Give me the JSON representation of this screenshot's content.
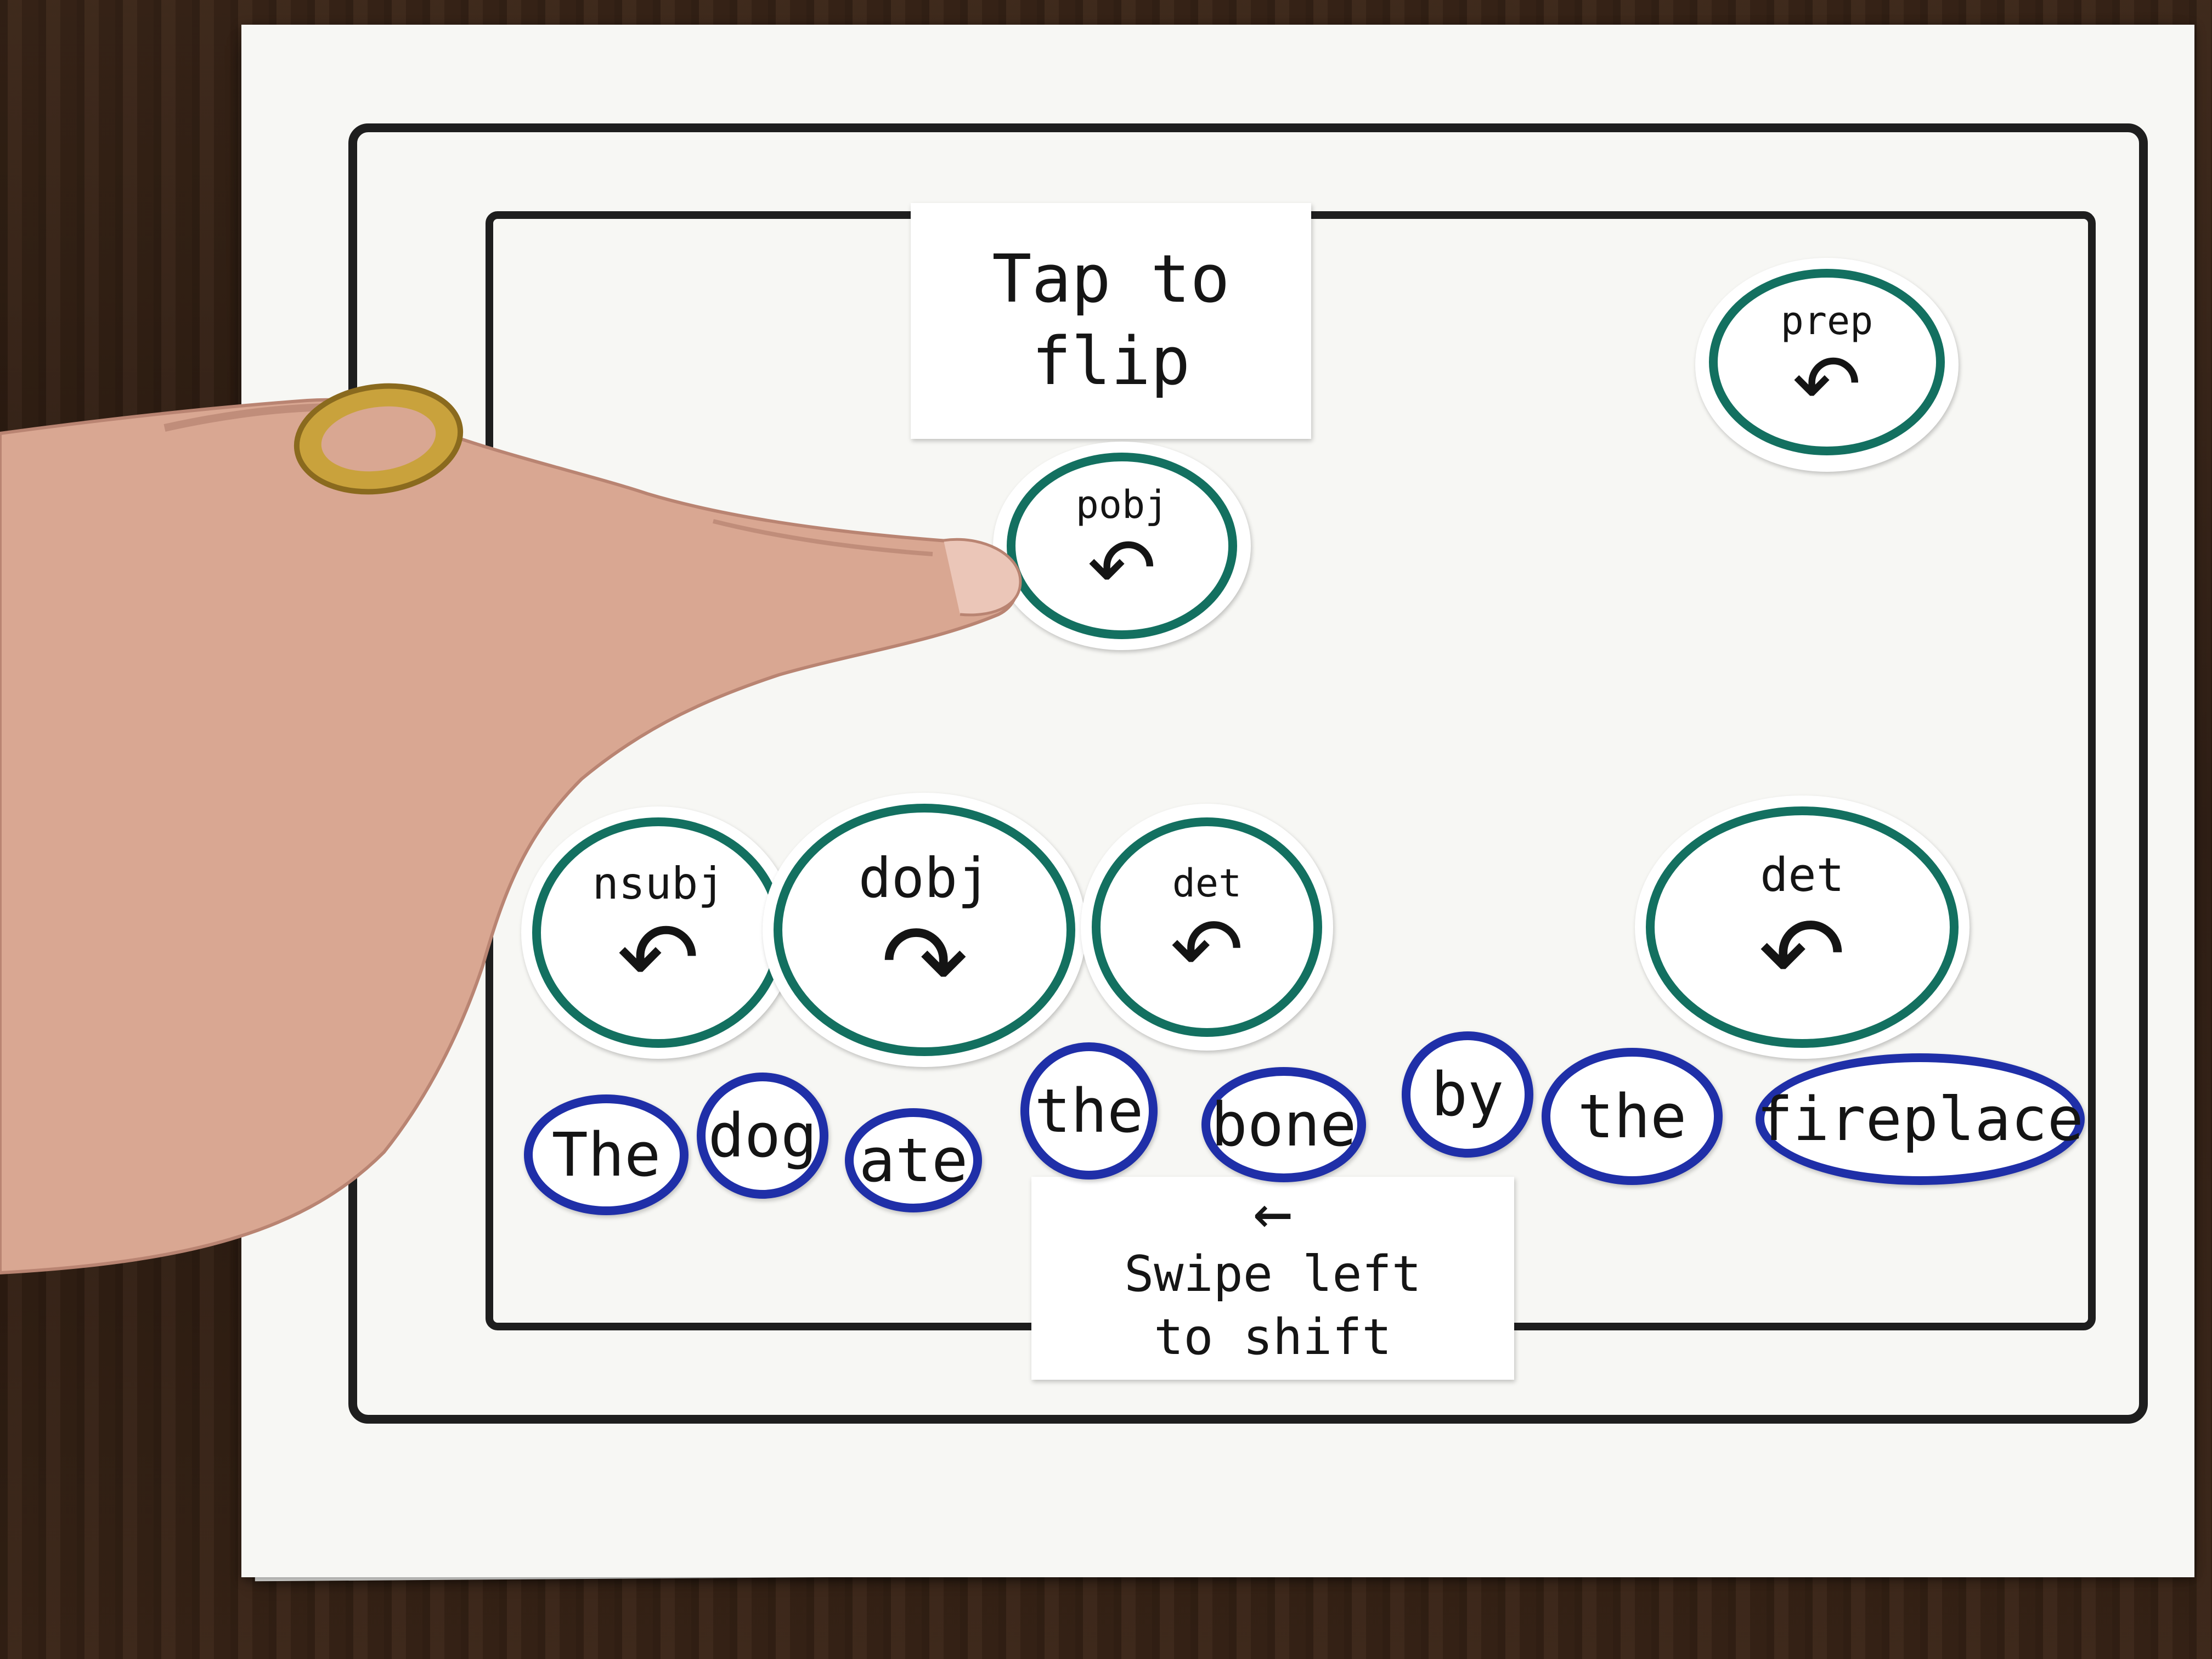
{
  "colors": {
    "dependency_ring": "#137060",
    "word_ring": "#1f2fa8",
    "device_frame": "#1e1e1e"
  },
  "hints": {
    "tap": "Tap to flip",
    "swipe_line1": "Swipe left",
    "swipe_line2": "to shift",
    "swipe_arrow": "←"
  },
  "dependencies": [
    {
      "label": "prep",
      "direction": "left",
      "arrow": "↶"
    },
    {
      "label": "pobj",
      "direction": "left",
      "arrow": "↶"
    },
    {
      "label": "nsubj",
      "direction": "left",
      "arrow": "↶"
    },
    {
      "label": "dobj",
      "direction": "right",
      "arrow": "↷"
    },
    {
      "label": "det",
      "direction": "left",
      "arrow": "↶"
    },
    {
      "label": "det",
      "direction": "left",
      "arrow": "↶"
    }
  ],
  "words": [
    "The",
    "dog",
    "ate",
    "the",
    "bone",
    "by",
    "the",
    "fireplace"
  ]
}
